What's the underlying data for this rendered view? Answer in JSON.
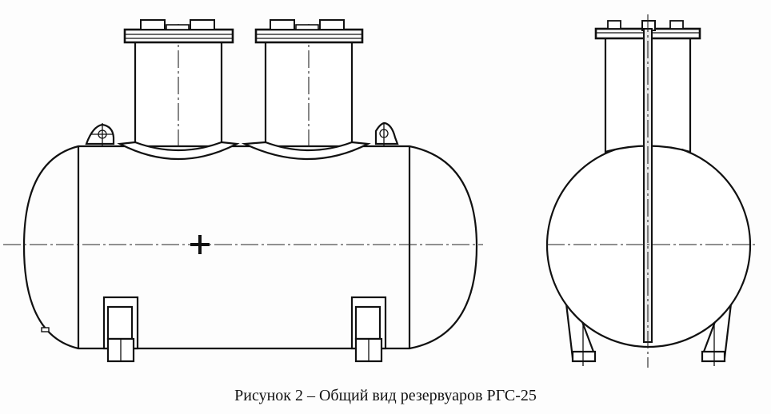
{
  "figure": {
    "caption": "Рисунок 2 – Общий вид резервуаров РГС-25",
    "views": [
      {
        "name": "side-view",
        "description": "Horizontal cylindrical tank with two necks, two lifting lugs and two saddle supports"
      },
      {
        "name": "end-view",
        "description": "Circular tank cross-section with single neck, internal pipe and two supports"
      }
    ],
    "colors": {
      "line": "#111111",
      "background": "#fdfdfd"
    }
  }
}
